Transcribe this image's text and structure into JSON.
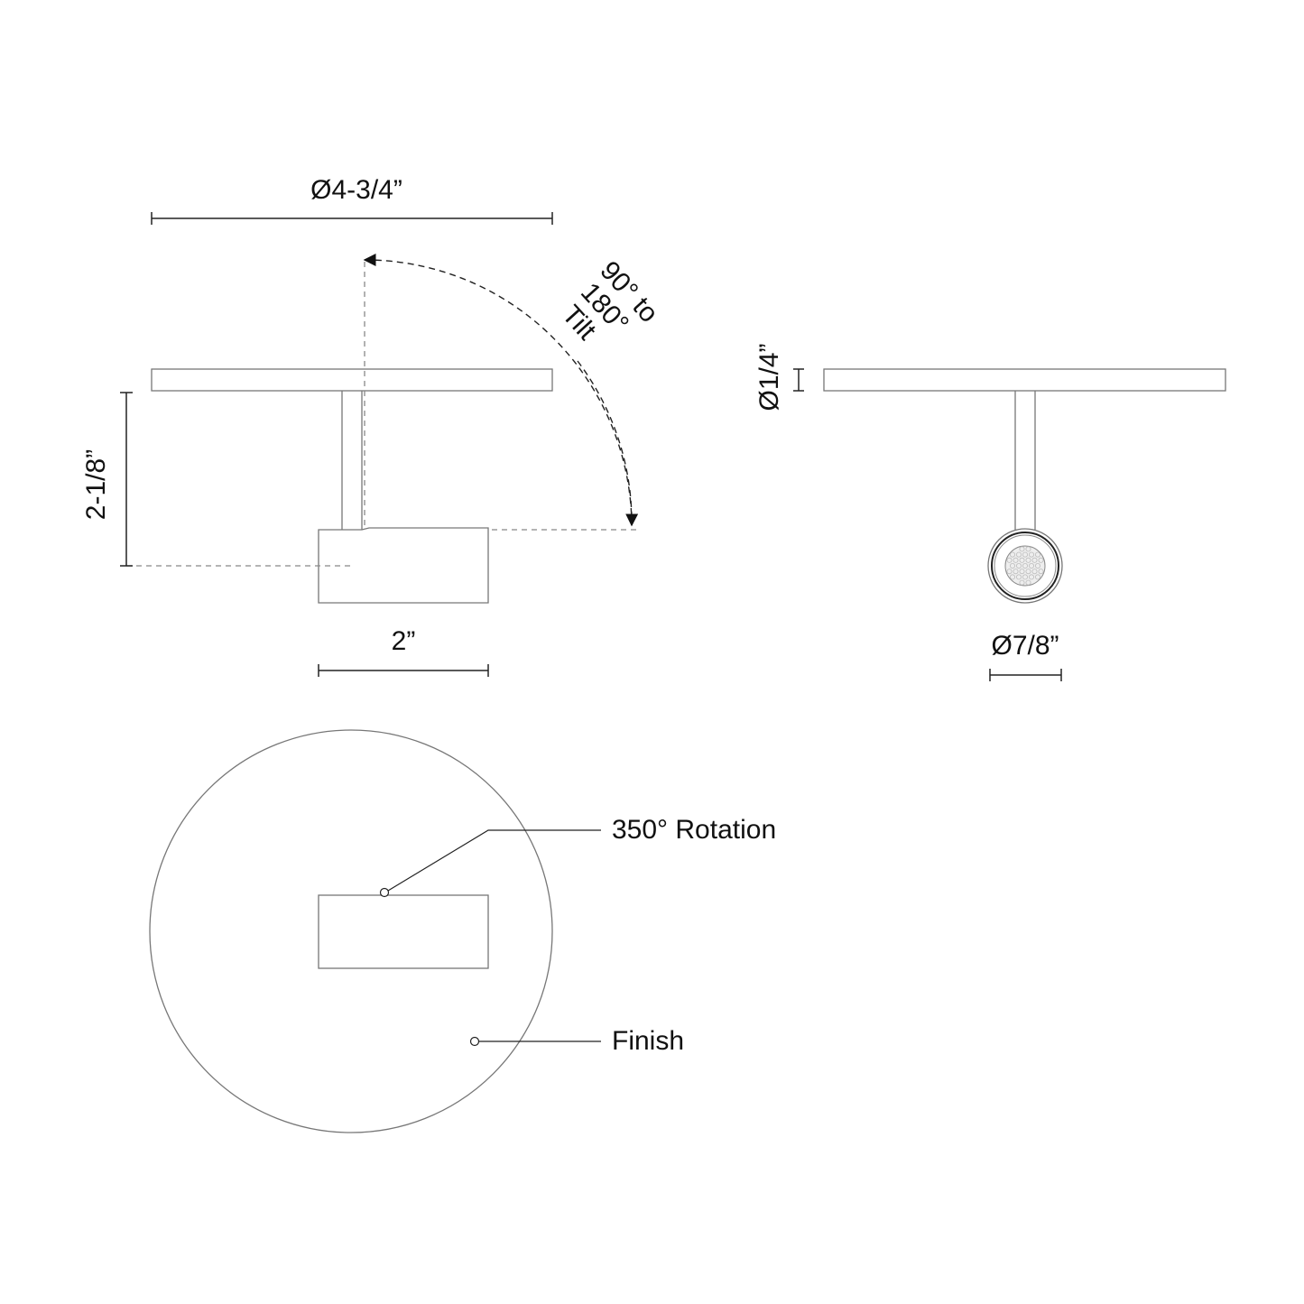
{
  "dimensions": {
    "plate_diameter": "Ø4-3/4”",
    "height": "2-1/8”",
    "head_width": "2”",
    "stem_diameter": "Ø1/4”",
    "lens_diameter": "Ø7/8”"
  },
  "tilt": {
    "line1": "90° to",
    "line2": "180°",
    "line3": "Tilt"
  },
  "callouts": {
    "rotation": "350° Rotation",
    "finish": "Finish"
  },
  "colors": {
    "outline": "#777777",
    "dimension": "#222222"
  }
}
